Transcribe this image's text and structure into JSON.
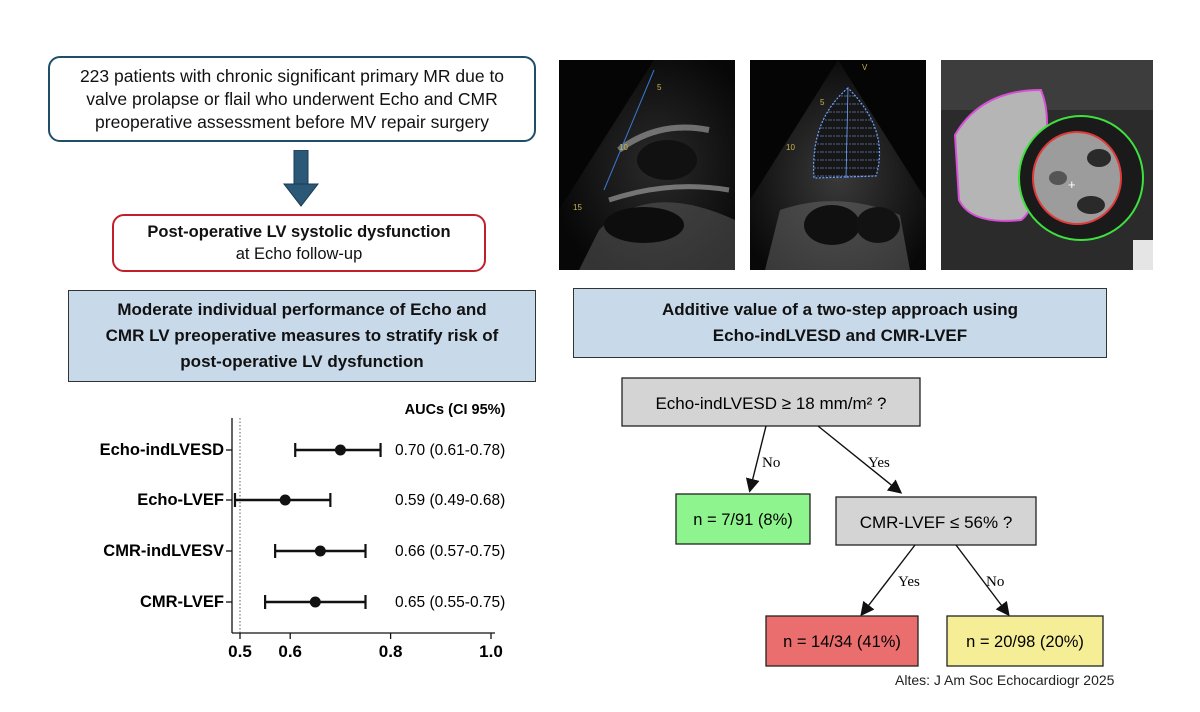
{
  "patients_box": {
    "line1": "223 patients with chronic significant primary MR due to",
    "line2": "valve prolapse or flail who underwent Echo and CMR",
    "line3": "preoperative assessment before MV repair surgery"
  },
  "outcome_box": {
    "bold": "Post-operative LV systolic dysfunction",
    "normal": "at Echo follow-up"
  },
  "headline_left": {
    "line1": "Moderate individual performance of Echo and",
    "line2": "CMR LV preoperative measures to stratify risk of",
    "line3": "post-operative LV dysfunction"
  },
  "headline_right": {
    "line1": "Additive value of a two-step approach using",
    "line2": "Echo-indLVESD and CMR-LVEF"
  },
  "chart_data": {
    "type": "forest",
    "column_header": "AUCs (CI 95%)",
    "reference_line": 0.5,
    "xlim": [
      0.5,
      1.0
    ],
    "x_ticks": [
      "0.5",
      "0.6",
      "0.8",
      "1.0"
    ],
    "x_tick_values": [
      0.5,
      0.6,
      0.8,
      1.0
    ],
    "rows": [
      {
        "label": "Echo-indLVESD",
        "auc": 0.7,
        "lo": 0.61,
        "hi": 0.78,
        "text": "0.70 (0.61-0.78)"
      },
      {
        "label": "Echo-LVEF",
        "auc": 0.59,
        "lo": 0.49,
        "hi": 0.68,
        "text": "0.59 (0.49-0.68)"
      },
      {
        "label": "CMR-indLVESV",
        "auc": 0.66,
        "lo": 0.57,
        "hi": 0.75,
        "text": "0.66 (0.57-0.75)"
      },
      {
        "label": "CMR-LVEF",
        "auc": 0.65,
        "lo": 0.55,
        "hi": 0.75,
        "text": "0.65 (0.55-0.75)"
      }
    ]
  },
  "tree": {
    "root": "Echo-indLVESD ≥ 18 mm/m² ?",
    "no_label": "No",
    "yes_label": "Yes",
    "leaf_low": "n = 7/91 (8%)",
    "second": "CMR-LVEF ≤ 56% ?",
    "yes_label2": "Yes",
    "no_label2": "No",
    "leaf_high": "n = 14/34 (41%)",
    "leaf_mid": "n = 20/98 (20%)",
    "colors": {
      "gray": "#d4d4d4",
      "green": "#8ef58e",
      "red": "#ea6e6e",
      "yellow": "#f6ee96"
    }
  },
  "images": {
    "depth_1": "5",
    "depth_2": "10",
    "depth_3": "15",
    "depth_4": "5",
    "depth_5": "10",
    "marker": "V"
  },
  "citation": "Altes: J Am Soc Echocardiogr 2025"
}
